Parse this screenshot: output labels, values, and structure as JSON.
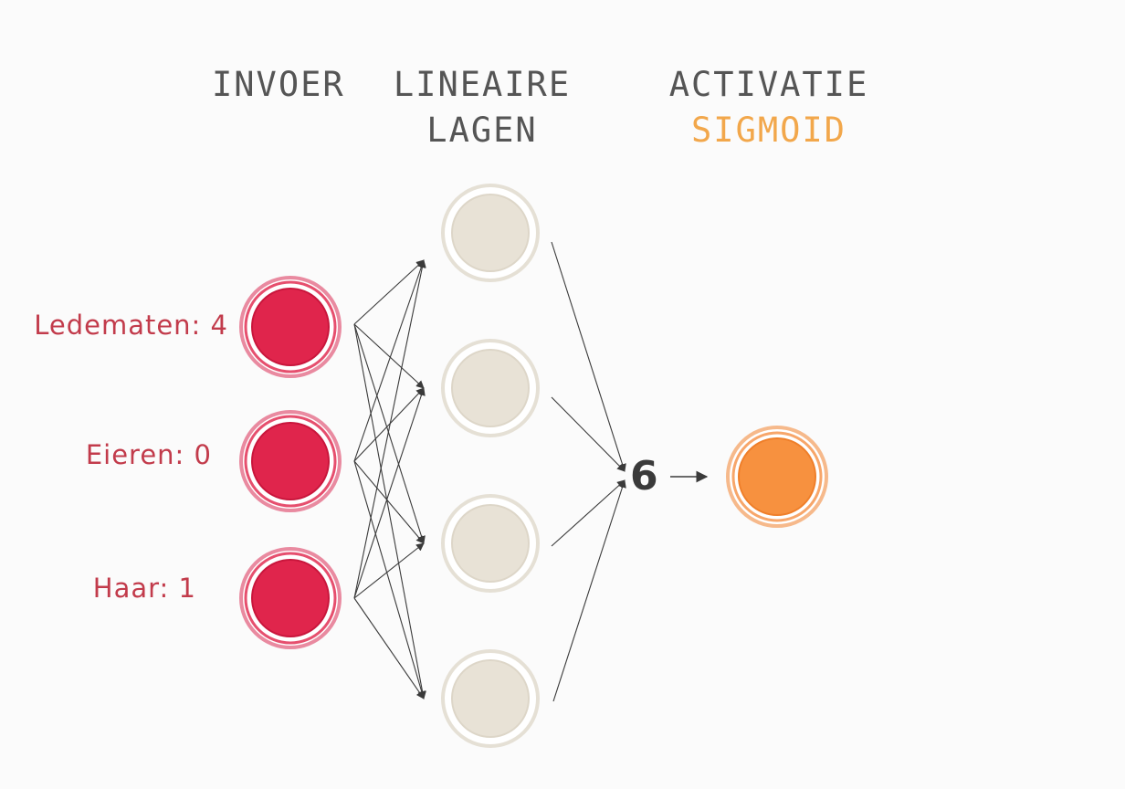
{
  "headers": {
    "input": "INVOER",
    "linear_line1": "LINEAIRE",
    "linear_line2": "LAGEN",
    "activation": "ACTIVATIE",
    "activation_function": "SIGMOID"
  },
  "inputs": [
    {
      "label": "Ledematen: 4"
    },
    {
      "label": "Eieren: 0"
    },
    {
      "label": "Haar: 1"
    }
  ],
  "hidden_layer": {
    "node_count": 4
  },
  "sum_value": "6",
  "colors": {
    "input_node": "#e0254c",
    "input_ring": "#e98aa0",
    "hidden_node": "#e8e2d6",
    "hidden_ring": "#ddd6c8",
    "output_node": "#f7913f",
    "output_ring": "#f6b98b",
    "input_label": "#c23b4b",
    "header_text": "#555555",
    "sigmoid_text": "#f2a74b",
    "edge": "#3a3a3a"
  }
}
